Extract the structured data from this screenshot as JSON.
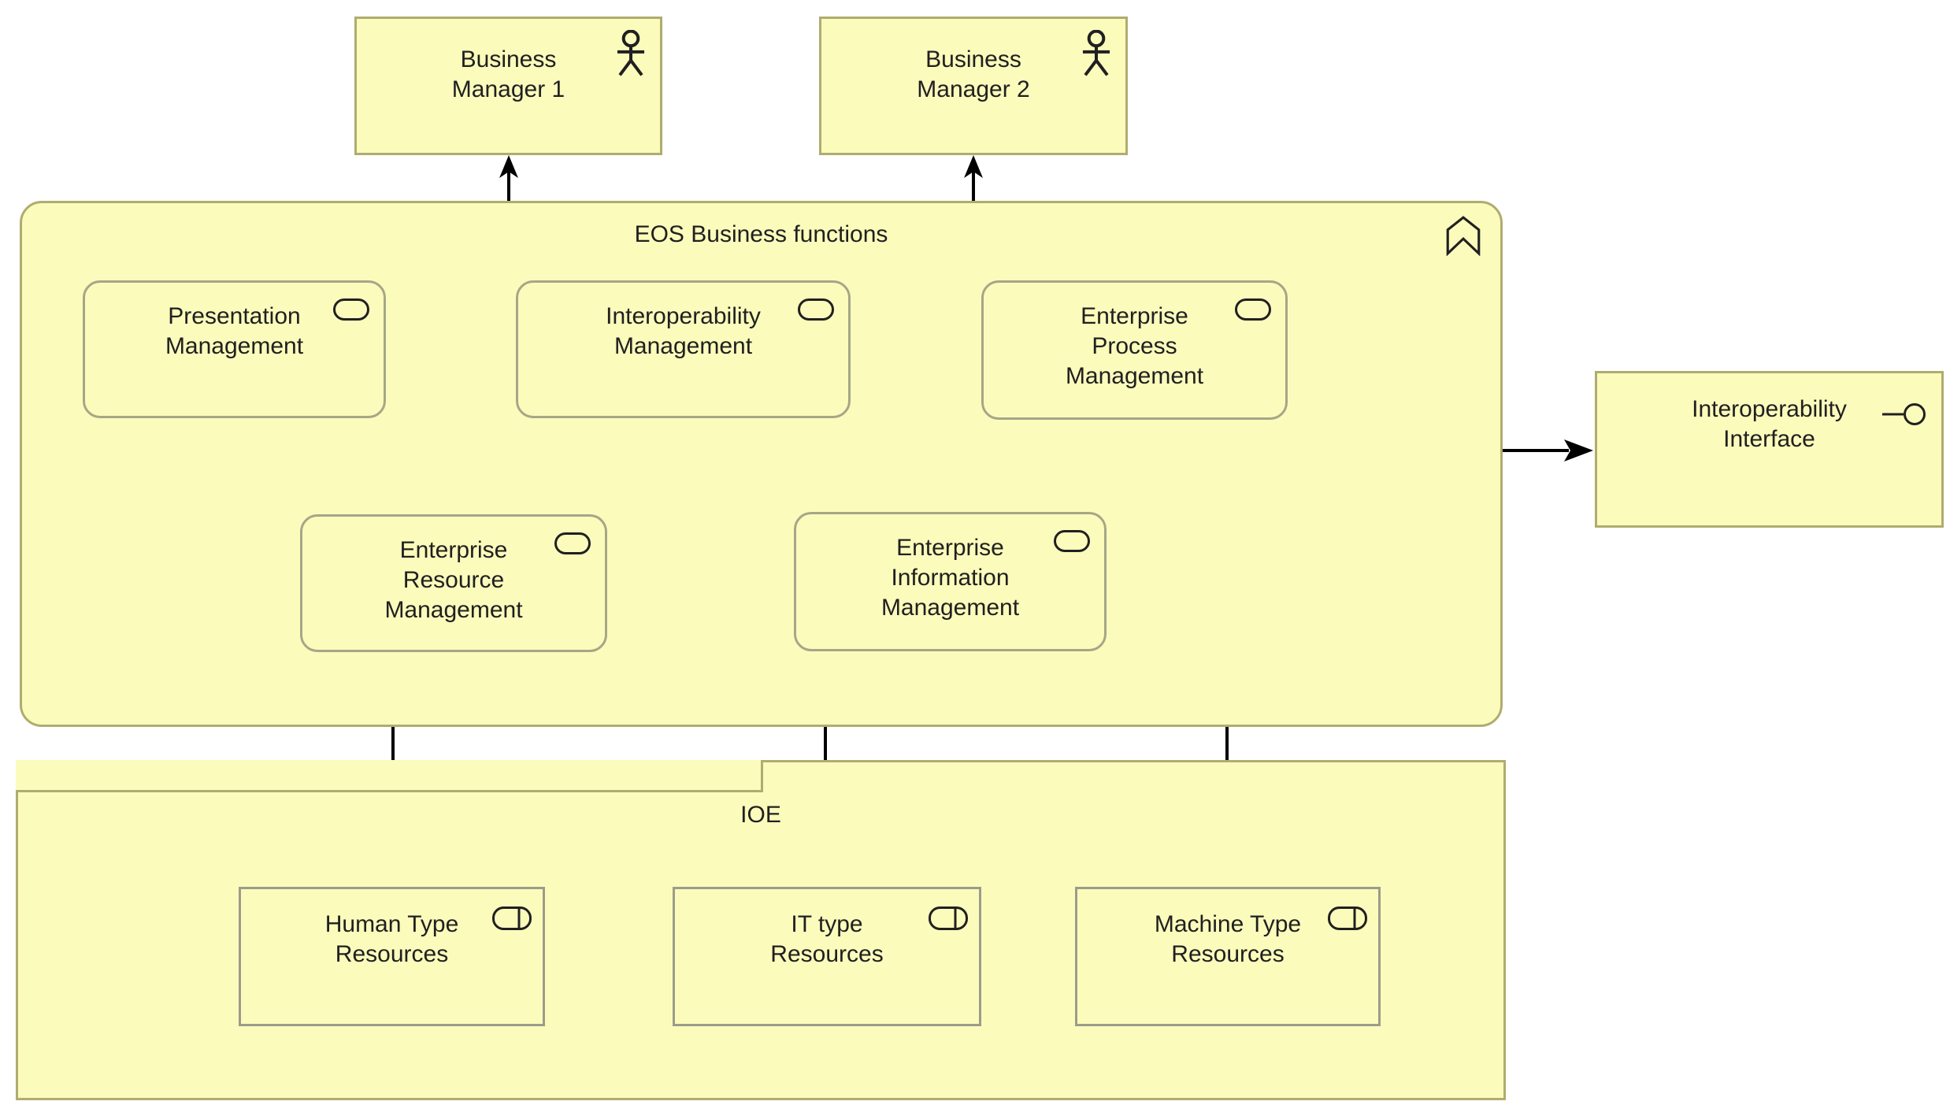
{
  "actors": [
    {
      "label": "Business Manager 1",
      "icon": "actor-icon"
    },
    {
      "label": "Business Manager 2",
      "icon": "actor-icon"
    }
  ],
  "eos": {
    "title": "EOS Business functions",
    "icon": "function-chevron-icon",
    "services": [
      {
        "label": "Presentation Management",
        "icon": "service-pill-icon"
      },
      {
        "label": "Interoperability Management",
        "icon": "service-pill-icon"
      },
      {
        "label": "Enterprise Process Management",
        "icon": "service-pill-icon"
      },
      {
        "label": "Enterprise Resource Management",
        "icon": "service-pill-icon"
      },
      {
        "label": "Enterprise Information Management",
        "icon": "service-pill-icon"
      }
    ]
  },
  "interface_element": {
    "label": "Interoperability Interface",
    "icon": "interface-lollipop-icon"
  },
  "ioe": {
    "label": "IOE",
    "resources": [
      {
        "label": "Human Type Resources",
        "icon": "resource-icon"
      },
      {
        "label": "IT type Resources",
        "icon": "resource-icon"
      },
      {
        "label": "Machine Type Resources",
        "icon": "resource-icon"
      }
    ]
  },
  "connectors": [
    {
      "from": "eos-business-functions",
      "to": "business-manager-1",
      "type": "arrow-up"
    },
    {
      "from": "eos-business-functions",
      "to": "business-manager-2",
      "type": "arrow-up"
    },
    {
      "from": "eos-business-functions",
      "to": "interoperability-interface",
      "type": "arrow-right"
    },
    {
      "from": "eos-business-functions",
      "to": "human-type-resources",
      "type": "line"
    },
    {
      "from": "eos-business-functions",
      "to": "it-type-resources",
      "type": "line"
    },
    {
      "from": "eos-business-functions",
      "to": "machine-type-resources",
      "type": "line"
    }
  ],
  "colors": {
    "node_fill": "#fbfbbc",
    "outer_border": "#b0ac6f",
    "service_border": "#a6a687",
    "resource_border": "#9c9c8b",
    "text": "#202020",
    "connector": "#000000",
    "background": "#ffffff"
  }
}
